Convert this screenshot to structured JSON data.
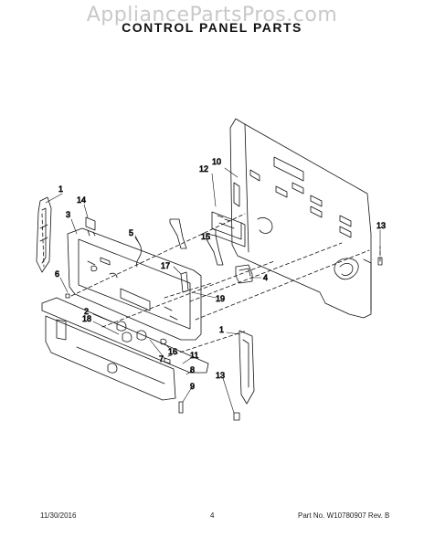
{
  "watermark": "AppliancePartsPros.com",
  "title": "CONTROL PANEL PARTS",
  "callouts": [
    "1",
    "14",
    "3",
    "5",
    "12",
    "10",
    "15",
    "17",
    "13",
    "6",
    "2",
    "18",
    "4",
    "19",
    "16",
    "7",
    "11",
    "8",
    "9",
    "1",
    "13"
  ],
  "footer": {
    "date": "11/30/2016",
    "page": "4",
    "part": "Part No. W10780907  Rev. B"
  }
}
